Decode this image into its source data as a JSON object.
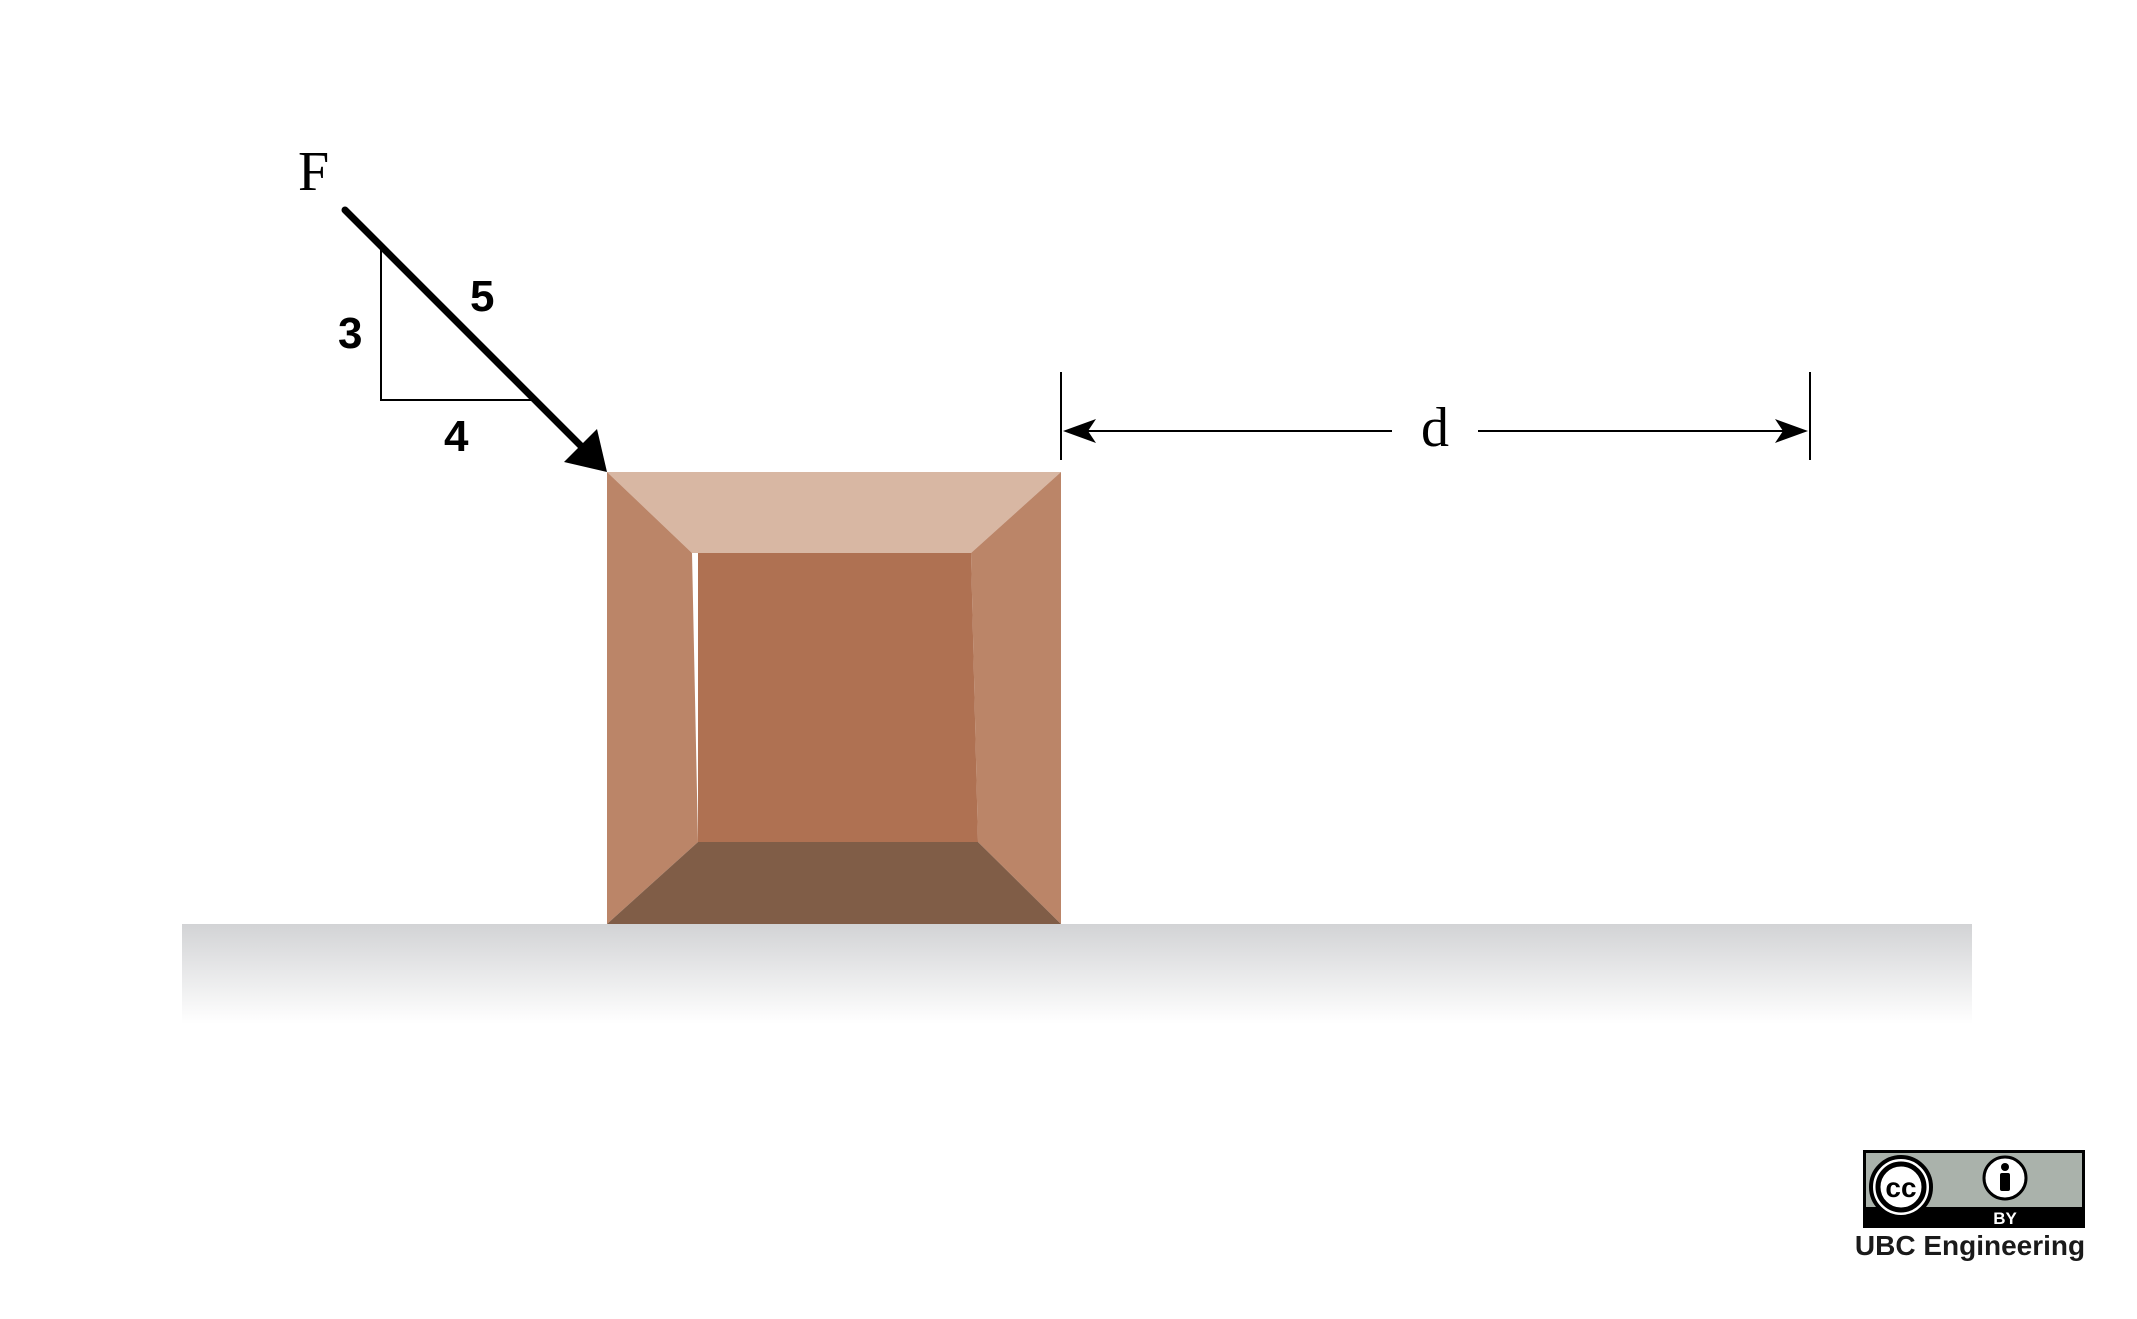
{
  "force": {
    "label": "F",
    "slope": {
      "rise": "3",
      "run": "4",
      "hypotenuse": "5"
    }
  },
  "dimension": {
    "label": "d"
  },
  "license": {
    "cc_mark": "cc",
    "by_label": "BY",
    "credit": "UBC Engineering",
    "icons": [
      "cc-icon",
      "attribution-person-icon"
    ]
  },
  "colors": {
    "block_top": "#d8b7a3",
    "block_side": "#bb8568",
    "block_front": "#af7152",
    "block_bottom": "#805d47",
    "ground_top": "#d2d3d5",
    "arrow": "#000000"
  }
}
